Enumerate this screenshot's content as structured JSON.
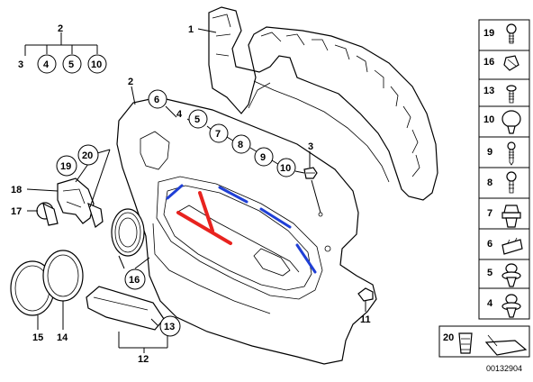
{
  "diagram": {
    "footer_id": "00132904",
    "colors": {
      "red_highlight": "#e8231f",
      "blue_highlight": "#1f3fd6"
    },
    "callouts": {
      "c1": "1",
      "c2_top": "2",
      "c3_top": "3",
      "c4_top": "4",
      "c5_top": "5",
      "c10_top": "10",
      "c2_mid": "2",
      "c6": "6",
      "c4": "4",
      "c5": "5",
      "c7": "7",
      "c8": "8",
      "c9": "9",
      "c10": "10",
      "c3": "3",
      "c20": "20",
      "c19": "19",
      "c18": "18",
      "c17": "17",
      "c16": "16",
      "c15": "15",
      "c14": "14",
      "c13": "13",
      "c12": "12",
      "c11": "11"
    },
    "sidebar": {
      "items": [
        {
          "label": "19",
          "icon": "screw-icon"
        },
        {
          "label": "16",
          "icon": "clip-nut-icon"
        },
        {
          "label": "13",
          "icon": "bolt-icon"
        },
        {
          "label": "10",
          "icon": "round-plug-icon"
        },
        {
          "label": "9",
          "icon": "self-tapping-screw-icon"
        },
        {
          "label": "8",
          "icon": "screw-icon"
        },
        {
          "label": "7",
          "icon": "expanding-rivet-icon"
        },
        {
          "label": "6",
          "icon": "spring-clip-icon"
        },
        {
          "label": "5",
          "icon": "push-rivet-icon"
        },
        {
          "label": "4",
          "icon": "push-rivet-icon"
        }
      ],
      "bottom": {
        "label": "20",
        "icon": "expanding-nut-icon",
        "extra_icon": "pad-icon"
      }
    }
  }
}
